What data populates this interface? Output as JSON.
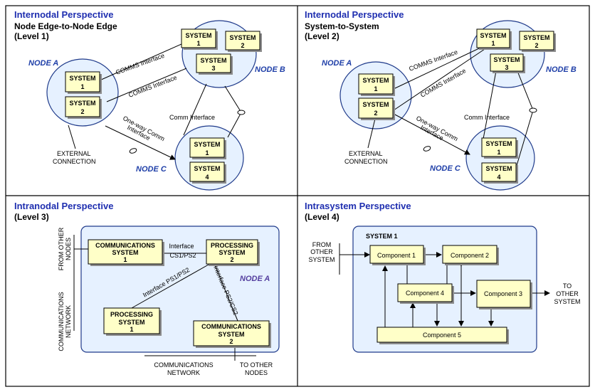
{
  "panels": {
    "p1": {
      "title": "Internodal Perspective",
      "subtitle": "Node Edge-to-Node Edge",
      "level": "(Level 1)",
      "node_a": "NODE A",
      "node_b": "NODE B",
      "node_c": "NODE C",
      "comms_interface": "COMMS Interface",
      "comm_interface": "Comm Interface",
      "oneway_1": "One-way Comm",
      "oneway_2": "Interface",
      "external_1": "EXTERNAL",
      "external_2": "CONNECTION"
    },
    "p2": {
      "title": "Internodal Perspective",
      "subtitle": "System-to-System",
      "level": "(Level 2)",
      "node_a": "NODE A",
      "node_b": "NODE B",
      "node_c": "NODE C",
      "comms_interface": "COMMS Interface",
      "comm_interface": "Comm Interface",
      "oneway_1": "One-way Comm",
      "oneway_2": "Interface",
      "external_1": "EXTERNAL",
      "external_2": "CONNECTION"
    },
    "p3": {
      "title": "Intranodal Perspective",
      "level": "(Level 3)",
      "node_a": "NODE A",
      "comms_system_1": [
        "COMMUNICATIONS",
        "SYSTEM",
        "1"
      ],
      "comms_system_2": [
        "COMMUNICATIONS",
        "SYSTEM",
        "2"
      ],
      "processing_2": [
        "PROCESSING",
        "SYSTEM",
        "2"
      ],
      "processing_1": [
        "PROCESSING",
        "SYSTEM",
        "1"
      ],
      "iface_cs1_ps2": [
        "Interface",
        "CS1/PS2"
      ],
      "iface_ps1_ps2": "Interface PS1/PS2",
      "iface_ps2_cs2": "Interface PS2/CS2",
      "from_other_nodes": [
        "FROM OTHER",
        "NODES"
      ],
      "comms_network_v": [
        "COMMUNICATIONS",
        "NETWORK"
      ],
      "comms_network_h": [
        "COMMUNICATIONS",
        "NETWORK"
      ],
      "to_other_nodes": [
        "TO OTHER",
        "NODES"
      ]
    },
    "p4": {
      "title": "Intrasystem Perspective",
      "level": "(Level 4)",
      "system_label": "SYSTEM 1",
      "from_other_system": [
        "FROM",
        "OTHER",
        "SYSTEM"
      ],
      "to_other_system": [
        "TO",
        "OTHER",
        "SYSTEM"
      ],
      "component_1": "Component 1",
      "component_2": "Component 2",
      "component_3": "Component 3",
      "component_4": "Component 4",
      "component_5": "Component 5"
    }
  },
  "system_word": "SYSTEM",
  "system_numbers": [
    "1",
    "2",
    "3",
    "4"
  ]
}
